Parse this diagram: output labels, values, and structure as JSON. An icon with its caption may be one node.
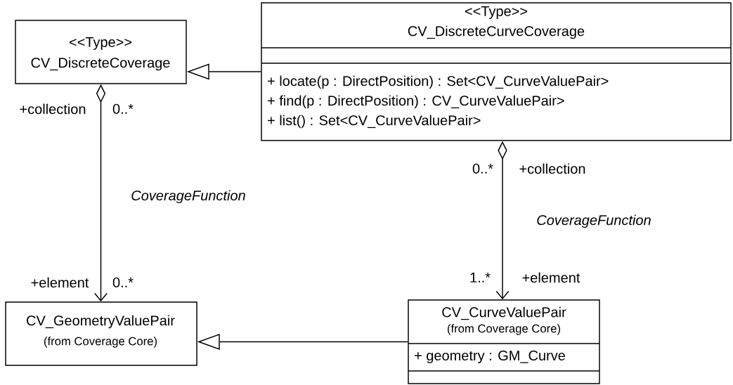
{
  "diagram": {
    "nodes": [
      {
        "text": [
          "<<Type>>",
          "CV_DiscreteCoverage"
        ]
      },
      {
        "text": [
          "<<Type>>",
          "CV_DiscreteCurveCoverage",
          "+ locate(p : DirectPosition) : Set<CV_CurveValuePair>",
          "+ find(p : DirectPosition) : CV_CurveValuePair>",
          "+ list() : Set<CV_CurveValuePair>"
        ]
      },
      {
        "text": [
          "CV_GeometryValuePair",
          "(from Coverage Core)"
        ]
      },
      {
        "text": [
          "CV_CurveValuePair",
          "(from Coverage Core)",
          "+ geometry : GM_Curve"
        ]
      }
    ],
    "edges": [
      {
        "from": 1,
        "to": 0,
        "arrow": "to"
      },
      {
        "from": 0,
        "to": 2,
        "arrow": "to",
        "label": "CoverageFunction"
      },
      {
        "from": 1,
        "to": 3,
        "arrow": "to",
        "label": "CoverageFunction"
      },
      {
        "from": 3,
        "to": 2,
        "arrow": "to"
      }
    ],
    "labels": [
      "+collection",
      "0..*",
      "0..*",
      "+collection",
      "+element",
      "0..*",
      "1..*",
      "+element"
    ]
  }
}
